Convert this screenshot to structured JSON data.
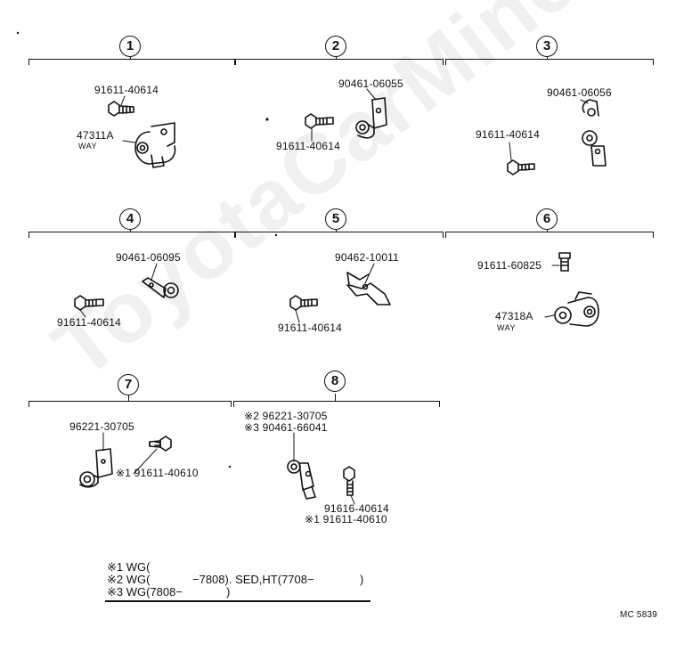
{
  "watermark": "ToyotaCarMine.ru",
  "groups": [
    {
      "number": "1",
      "parts": [
        "91611-40614",
        "47311A"
      ],
      "sub": "WAY"
    },
    {
      "number": "2",
      "parts": [
        "90461-06055",
        "91611-40614"
      ]
    },
    {
      "number": "3",
      "parts": [
        "90461-06056",
        "91611-40614"
      ]
    },
    {
      "number": "4",
      "parts": [
        "90461-06095",
        "91611-40614"
      ]
    },
    {
      "number": "5",
      "parts": [
        "90462-10011",
        "91611-40614"
      ]
    },
    {
      "number": "6",
      "parts": [
        "91611-60825",
        "47318A"
      ],
      "sub": "WAY"
    },
    {
      "number": "7",
      "parts": [
        "96221-30705",
        "※1 91611-40610"
      ]
    },
    {
      "number": "8",
      "parts": [
        "※2 96221-30705",
        "※3 90461-66041",
        "91616-40614",
        "※1 91611-40610"
      ]
    }
  ],
  "notes": [
    "※1 WG(",
    "※2 WG(",
    "−7808). SED,HT(7708−",
    ")",
    "※3 WG(7808−",
    ")"
  ],
  "code": "MC 5839"
}
